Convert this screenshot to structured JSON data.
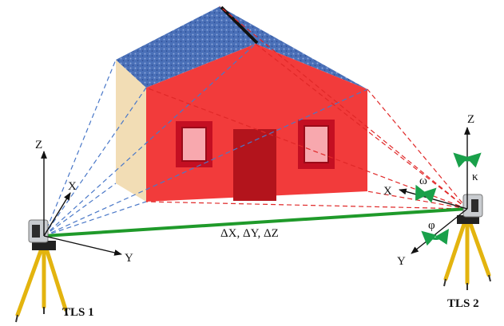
{
  "scanners": [
    {
      "id": "tls1",
      "label": "TLS 1",
      "axes": {
        "z": "Z",
        "x": "X",
        "y": "Y"
      }
    },
    {
      "id": "tls2",
      "label": "TLS 2",
      "axes": {
        "z": "Z",
        "x": "X",
        "y": "Y"
      },
      "rotations": {
        "omega": "ω",
        "phi": "φ",
        "kappa": "κ"
      }
    }
  ],
  "baseline_label": "ΔX, ΔY, ΔZ",
  "colors": {
    "house_wall": "#f23b3b",
    "house_side": "#f2ddb5",
    "roof": "#4a70b8",
    "door": "#b3141c",
    "window_frame": "#c40f22",
    "window_glass": "#f8a8ae",
    "rays_tls1": "#4a78c8",
    "rays_tls2": "#e02828",
    "baseline": "#1f9a2a",
    "rotation_arrows": "#19a04a",
    "tripod_legs": "#f0c419"
  }
}
